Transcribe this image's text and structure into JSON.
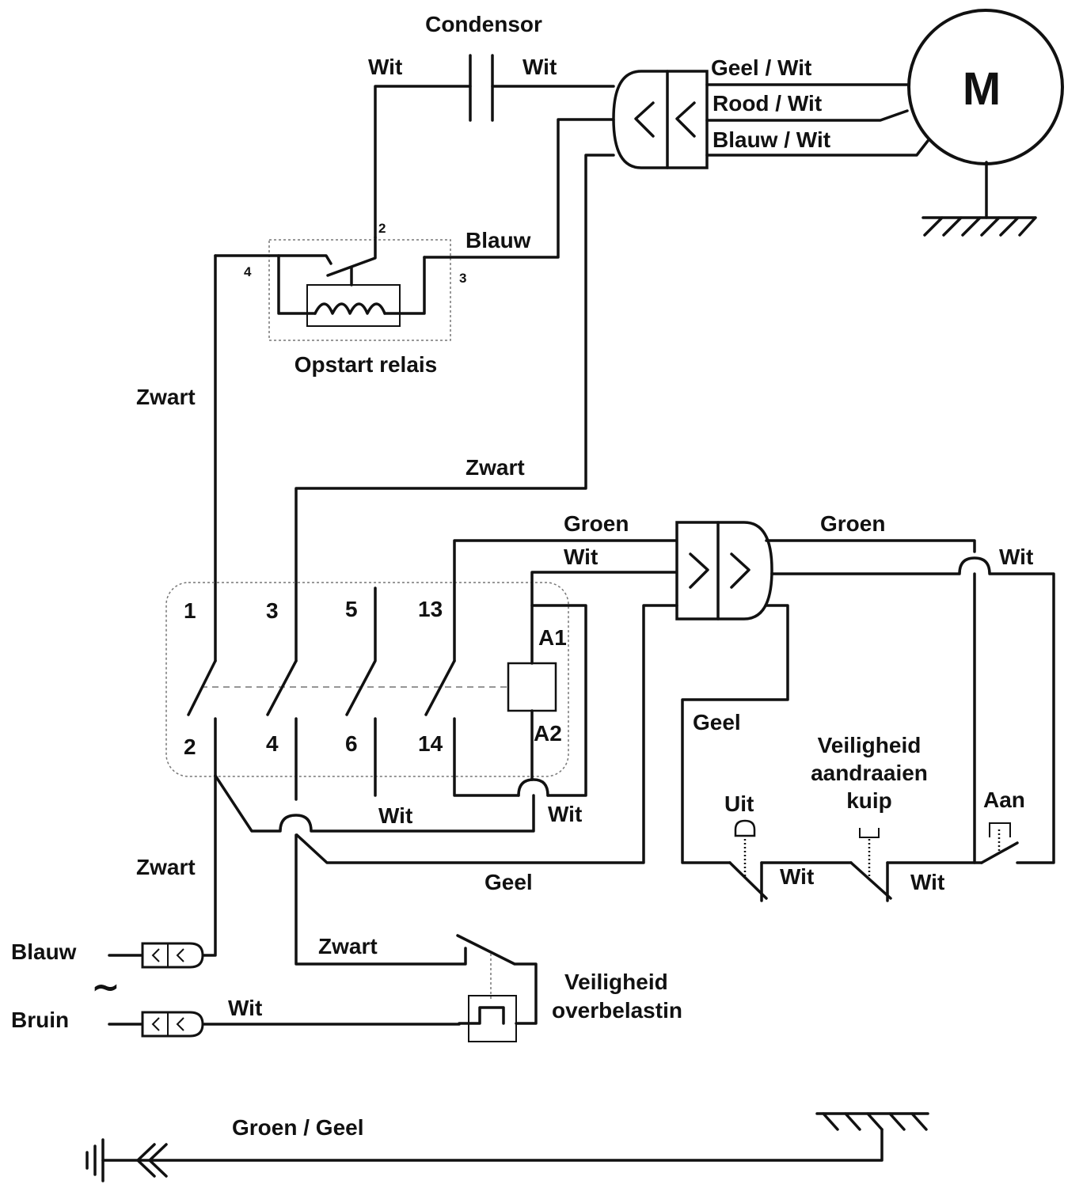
{
  "labels": {
    "condensor": "Condensor",
    "wit_cond_left": "Wit",
    "wit_cond_right": "Wit",
    "geel_wit": "Geel / Wit",
    "rood_wit": "Rood / Wit",
    "blauw_wit": "Blauw / Wit",
    "motor": "M",
    "relay_pin_2": "2",
    "relay_pin_3": "3",
    "relay_pin_4": "4",
    "blauw_relay": "Blauw",
    "opstart_relais": "Opstart relais",
    "zwart_upper": "Zwart",
    "zwart_mid": "Zwart",
    "groen_left": "Groen",
    "wit_conn_left": "Wit",
    "groen_right": "Groen",
    "wit_far_right": "Wit",
    "cont_1": "1",
    "cont_3": "3",
    "cont_5": "5",
    "cont_13": "13",
    "cont_2": "2",
    "cont_4": "4",
    "cont_6": "6",
    "cont_14": "14",
    "coil_a1": "A1",
    "coil_a2": "A2",
    "geel_vert": "Geel",
    "veiligheid_kuip_1": "Veiligheid",
    "veiligheid_kuip_2": "aandraaien",
    "veiligheid_kuip_3": "kuip",
    "uit": "Uit",
    "aan": "Aan",
    "wit_bottom_mid": "Wit",
    "wit_bottom_a2": "Wit",
    "wit_between_1": "Wit",
    "wit_between_2": "Wit",
    "zwart_lower": "Zwart",
    "geel_bottom": "Geel",
    "blauw_plug": "Blauw",
    "tilde": "~",
    "bruin_plug": "Bruin",
    "zwart_ovl": "Zwart",
    "wit_ovl": "Wit",
    "veiligheid_ovl_1": "Veiligheid",
    "veiligheid_ovl_2": "overbelastin",
    "groen_geel": "Groen / Geel"
  }
}
